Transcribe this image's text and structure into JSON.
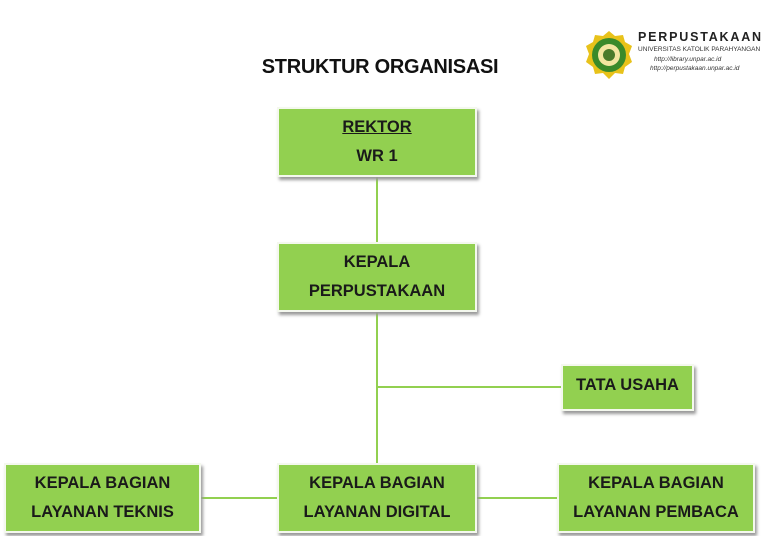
{
  "title": "STRUKTUR ORGANISASI",
  "logo": {
    "name": "PERPUSTAKAAN",
    "subtitle": "UNIVERSITAS KATOLIK PARAHYANGAN",
    "url1": "http://library.unpar.ac.id",
    "url2": "http://perpustakaan.unpar.ac.id"
  },
  "nodes": {
    "rektor": {
      "line1": "REKTOR",
      "line2": "WR 1"
    },
    "kepala": {
      "line1": "KEPALA",
      "line2": "PERPUSTAKAAN"
    },
    "tata_usaha": {
      "line1": "TATA USAHA"
    },
    "teknis": {
      "line1": "KEPALA BAGIAN",
      "line2": "LAYANAN TEKNIS"
    },
    "digital": {
      "line1": "KEPALA BAGIAN",
      "line2": "LAYANAN DIGITAL"
    },
    "pembaca": {
      "line1": "KEPALA BAGIAN",
      "line2": "LAYANAN PEMBACA"
    }
  },
  "colors": {
    "box": "#92d050",
    "connector": "#92d050"
  }
}
